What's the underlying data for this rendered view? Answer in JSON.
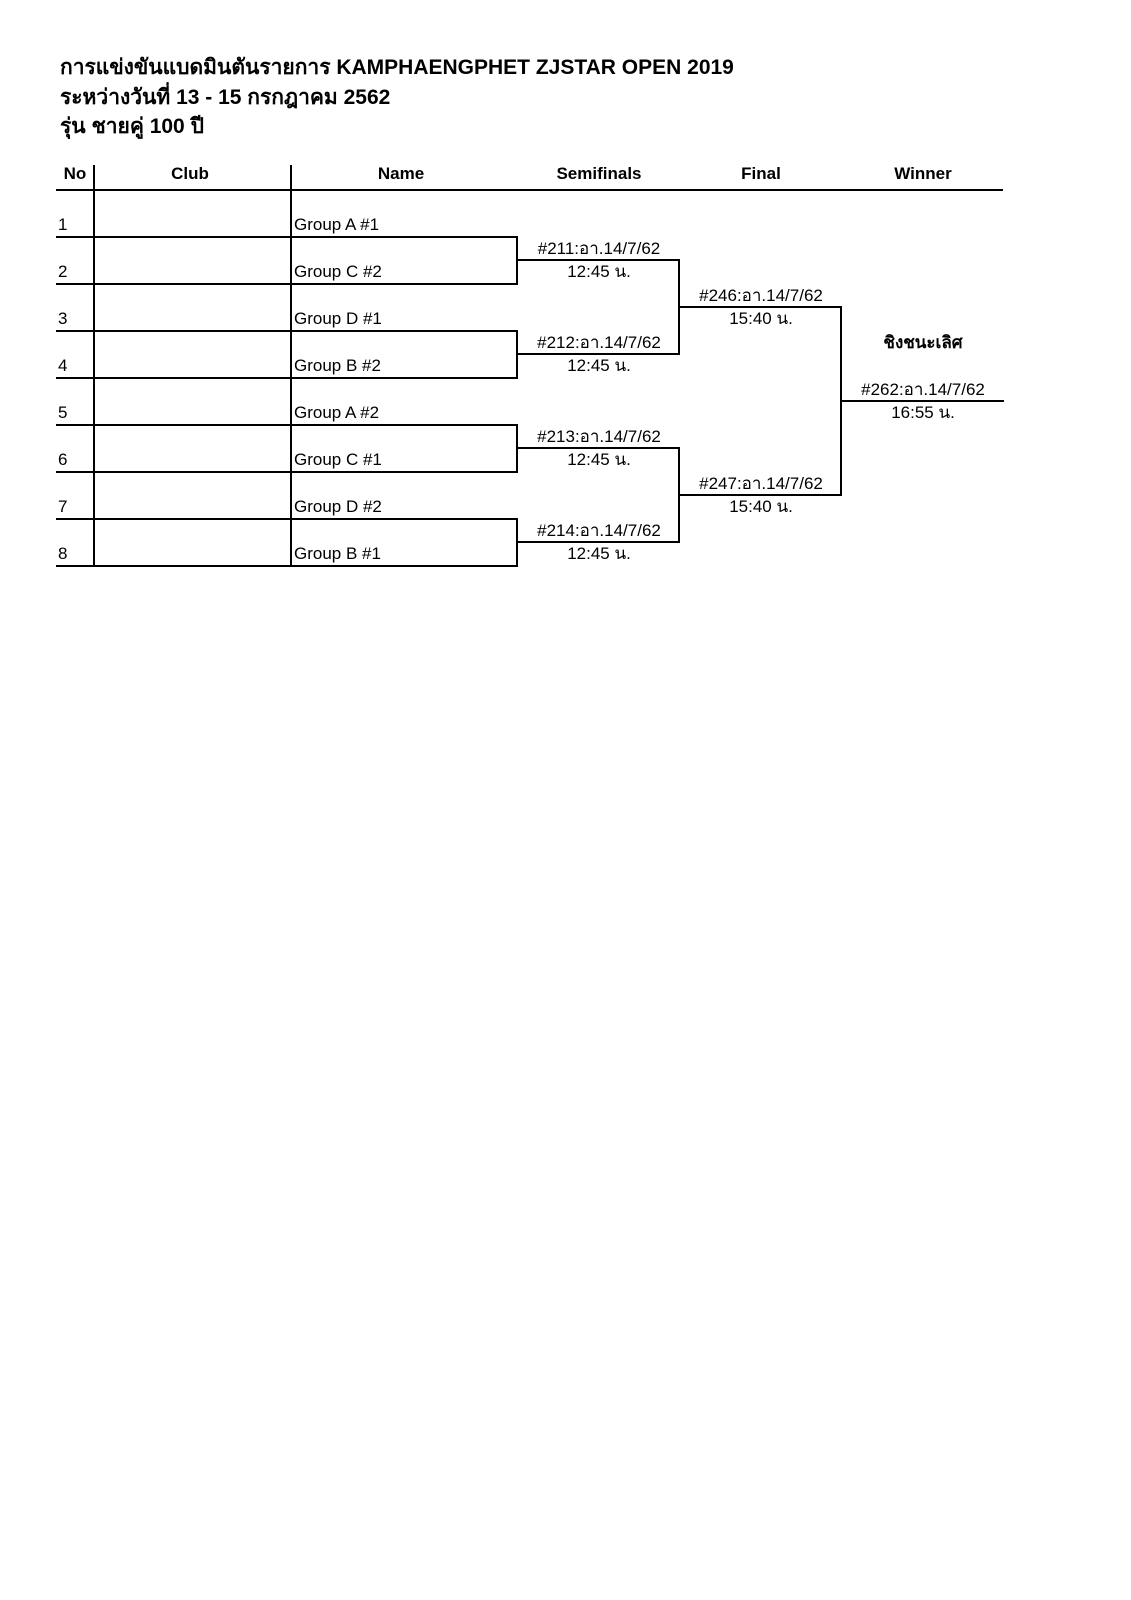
{
  "header": {
    "line1": "การแข่งขันแบดมินตันรายการ KAMPHAENGPHET ZJSTAR OPEN 2019",
    "line2": "ระหว่างวันที่ 13 - 15 กรกฎาคม 2562",
    "line3": "รุ่น ชายคู่ 100 ปี"
  },
  "columns": {
    "no": "No",
    "club": "Club",
    "name": "Name",
    "semifinals": "Semifinals",
    "final": "Final",
    "winner": "Winner"
  },
  "entries": [
    {
      "no": "1",
      "club": "",
      "name": "Group A #1"
    },
    {
      "no": "2",
      "club": "",
      "name": "Group C #2"
    },
    {
      "no": "3",
      "club": "",
      "name": "Group D #1"
    },
    {
      "no": "4",
      "club": "",
      "name": "Group B #2"
    },
    {
      "no": "5",
      "club": "",
      "name": "Group A #2"
    },
    {
      "no": "6",
      "club": "",
      "name": "Group C #1"
    },
    {
      "no": "7",
      "club": "",
      "name": "Group D #2"
    },
    {
      "no": "8",
      "club": "",
      "name": "Group B #1"
    }
  ],
  "semifinals": [
    {
      "match": "#211:อา.14/7/62",
      "time": "12:45 น."
    },
    {
      "match": "#212:อา.14/7/62",
      "time": "12:45 น."
    },
    {
      "match": "#213:อา.14/7/62",
      "time": "12:45 น."
    },
    {
      "match": "#214:อา.14/7/62",
      "time": "12:45 น."
    }
  ],
  "finals": [
    {
      "match": "#246:อา.14/7/62",
      "time": "15:40 น."
    },
    {
      "match": "#247:อา.14/7/62",
      "time": "15:40 น."
    }
  ],
  "winner": {
    "label": "ชิงชนะเลิศ",
    "match": "#262:อา.14/7/62",
    "time": "16:55 น."
  }
}
